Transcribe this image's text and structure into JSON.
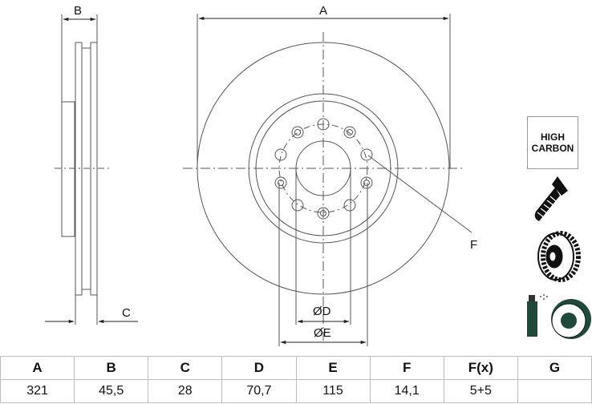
{
  "drawing": {
    "labels": {
      "A": "A",
      "B": "B",
      "C": "C",
      "D": "ØD",
      "E": "ØE",
      "F": "F"
    },
    "line_color": "#555555"
  },
  "badges": {
    "high_carbon": {
      "line1": "HIGH",
      "line2": "CARBON"
    }
  },
  "icons": [
    "screw-icon",
    "vented-disc-icon",
    "coated-disc-spray-icon"
  ],
  "table": {
    "headers": [
      "A",
      "B",
      "C",
      "D",
      "E",
      "F",
      "F(x)",
      "G"
    ],
    "values": [
      "321",
      "45,5",
      "28",
      "70,7",
      "115",
      "14,1",
      "5+5",
      ""
    ]
  }
}
